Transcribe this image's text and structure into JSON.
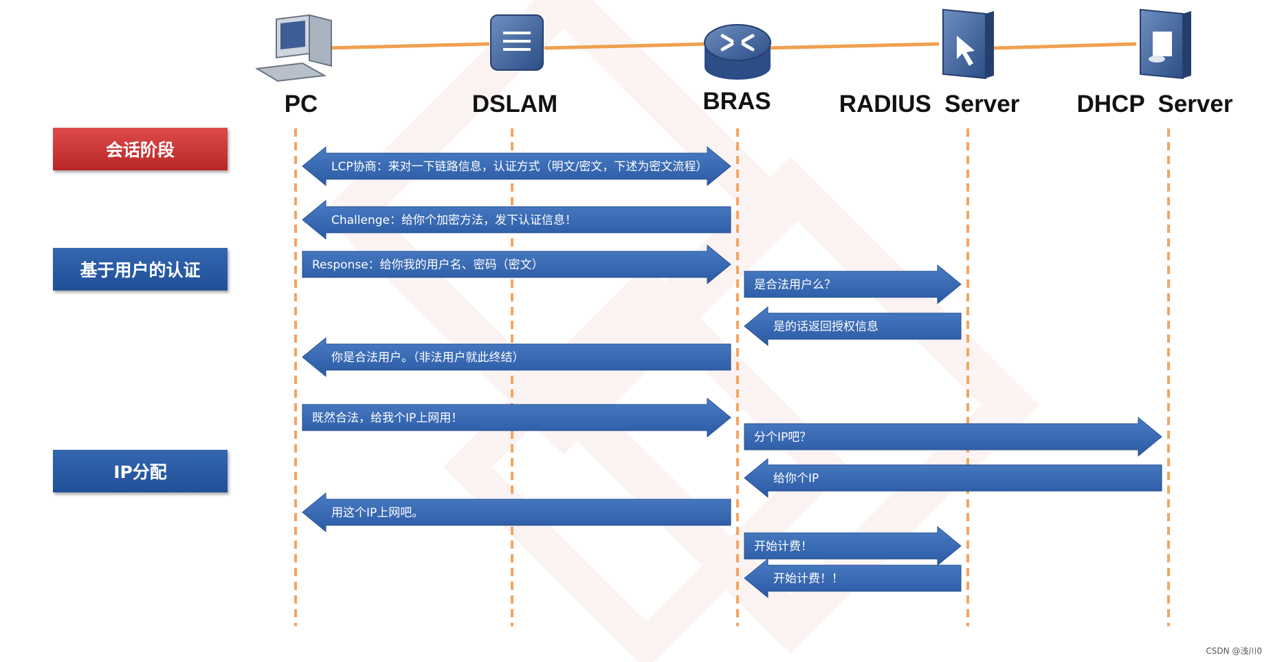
{
  "nodes": [
    {
      "id": "pc",
      "label": "PC",
      "icon": "pc-icon"
    },
    {
      "id": "dslam",
      "label": "DSLAM",
      "icon": "dslam-icon"
    },
    {
      "id": "bras",
      "label": "BRAS",
      "icon": "router-icon"
    },
    {
      "id": "radius",
      "label": "RADIUS  Server",
      "icon": "radius-server-icon"
    },
    {
      "id": "dhcp",
      "label": "DHCP  Server",
      "icon": "dhcp-server-icon"
    }
  ],
  "phases": [
    {
      "label": "会话阶段",
      "color": "#c93333"
    },
    {
      "label": "基于用户的认证",
      "color": "#2a5ca6"
    },
    {
      "label": "IP分配",
      "color": "#2a5ca6"
    }
  ],
  "messages": [
    {
      "from": "bras",
      "to": "pc",
      "bidirectional": true,
      "text": "LCP协商：来对一下链路信息，认证方式（明文/密文，下述为密文流程）"
    },
    {
      "from": "bras",
      "to": "pc",
      "text": "Challenge：给你个加密方法，发下认证信息！"
    },
    {
      "from": "pc",
      "to": "bras",
      "text": "Response：给你我的用户名、密码（密文）"
    },
    {
      "from": "bras",
      "to": "radius",
      "text": "是合法用户么？"
    },
    {
      "from": "radius",
      "to": "bras",
      "text": "是的话返回授权信息"
    },
    {
      "from": "bras",
      "to": "pc",
      "text": "你是合法用户。（非法用户就此终结）"
    },
    {
      "from": "pc",
      "to": "bras",
      "text": "既然合法，给我个IP上网用！"
    },
    {
      "from": "bras",
      "to": "dhcp",
      "text": "分个IP吧？"
    },
    {
      "from": "dhcp",
      "to": "bras",
      "text": "给你个IP"
    },
    {
      "from": "bras",
      "to": "pc",
      "text": "用这个IP上网吧。"
    },
    {
      "from": "bras",
      "to": "radius",
      "text": "开始计费！"
    },
    {
      "from": "radius",
      "to": "bras",
      "text": "开始计费！！"
    }
  ],
  "colors": {
    "link": "#f0a050",
    "lifeline": "#f4a460",
    "arrow": "#2f63b0",
    "phase_red": "#c93333",
    "phase_blue": "#2a5ca6"
  },
  "watermark": "CSDN @浅川0"
}
